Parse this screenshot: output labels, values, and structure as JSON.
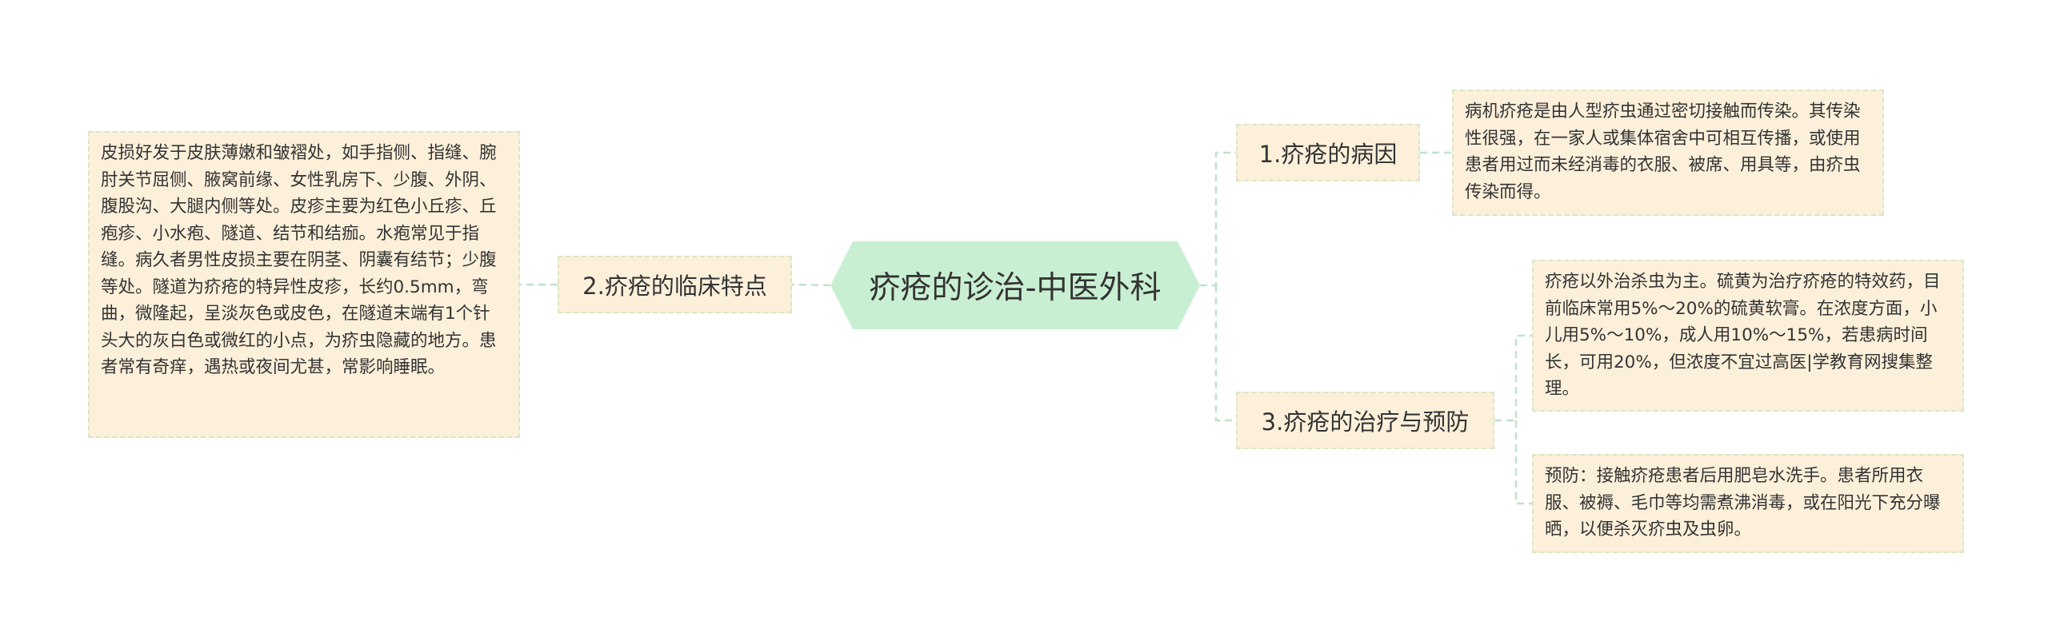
{
  "mindmap": {
    "root": {
      "label": "疥疮的诊治-中医外科"
    },
    "branches": [
      {
        "label": "1.疥疮的病因",
        "details": [
          "病机疥疮是由人型疥虫通过密切接触而传染。其传染性很强，在一家人或集体宿舍中可相互传播，或使用患者用过而未经消毒的衣服、被席、用具等，由疥虫传染而得。"
        ]
      },
      {
        "label": "2.疥疮的临床特点",
        "details": [
          "皮损好发于皮肤薄嫩和皱褶处，如手指侧、指缝、腕肘关节屈侧、腋窝前缘、女性乳房下、少腹、外阴、腹股沟、大腿内侧等处。皮疹主要为红色小丘疹、丘疱疹、小水疱、隧道、结节和结痂。水疱常见于指缝。病久者男性皮损主要在阴茎、阴囊有结节；少腹等处。隧道为疥疮的特异性皮疹，长约0.5mm，弯曲，微隆起，呈淡灰色或皮色，在隧道末端有1个针头大的灰白色或微红的小点，为疥虫隐藏的地方。患者常有奇痒，遇热或夜间尤甚，常影响睡眠。"
        ]
      },
      {
        "label": "3.疥疮的治疗与预防",
        "details": [
          "疥疮以外治杀虫为主。硫黄为治疗疥疮的特效药，目前临床常用5%～20%的硫黄软膏。在浓度方面，小儿用5%～10%，成人用10%～15%，若患病时间长，可用20%，但浓度不宜过高医|学教育网搜集整理。",
          "预防：接触疥疮患者后用肥皂水洗手。患者所用衣服、被褥、毛巾等均需煮沸消毒，或在阳光下充分曝晒，以便杀灭疥虫及虫卵。"
        ]
      }
    ],
    "colors": {
      "root_fill": "#c9efd2",
      "node_fill": "#fdf0da",
      "node_border": "#d9e6c5",
      "connector": "#bfe3c8",
      "text": "#333333"
    }
  }
}
